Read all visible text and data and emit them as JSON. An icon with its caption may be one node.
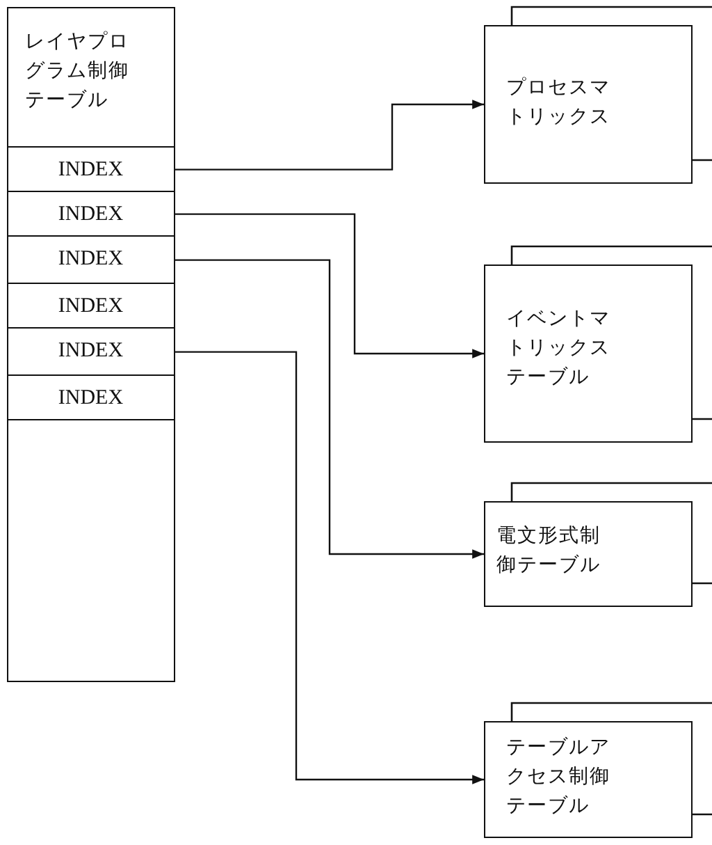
{
  "diagram": {
    "nodes": [
      {
        "text": [
          "レイヤプログラム制御テーブル"
        ]
      },
      {
        "text": [
          "INDEX"
        ],
        "in": 0
      },
      {
        "text": [
          "INDEX"
        ],
        "in": 0
      },
      {
        "text": [
          "INDEX"
        ],
        "in": 0
      },
      {
        "text": [
          "INDEX"
        ],
        "in": 0
      },
      {
        "text": [
          "INDEX"
        ],
        "in": 0
      },
      {
        "text": [
          "INDEX"
        ],
        "in": 0
      },
      {
        "text": [
          "プロセスマトリックス"
        ]
      },
      {
        "text": [
          "イベントマトリックステーブル"
        ]
      },
      {
        "text": [
          "電文形式制御テーブル"
        ]
      },
      {
        "text": [
          "テーブルアクセス制御テーブル"
        ]
      }
    ],
    "edges": [
      {
        "from": 1,
        "to": 7,
        "arrow": "to"
      },
      {
        "from": 2,
        "to": 8,
        "arrow": "to"
      },
      {
        "from": 3,
        "to": 9,
        "arrow": "to"
      },
      {
        "from": 5,
        "to": 10,
        "arrow": "to"
      }
    ]
  }
}
